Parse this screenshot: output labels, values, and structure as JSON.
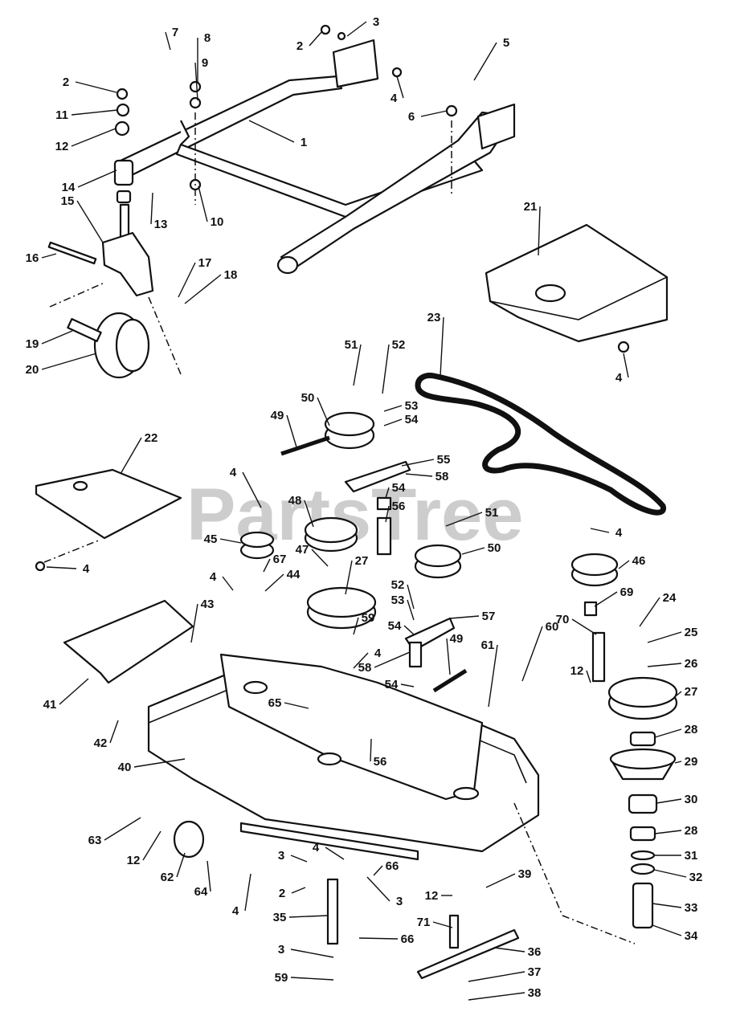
{
  "watermark": "PartsTree",
  "callouts": [
    "7",
    "8",
    "3",
    "2",
    "5",
    "9",
    "2",
    "4",
    "11",
    "6",
    "1",
    "12",
    "14",
    "13",
    "10",
    "15",
    "21",
    "16",
    "17",
    "18",
    "19",
    "20",
    "23",
    "4",
    "51",
    "52",
    "50",
    "53",
    "54",
    "49",
    "55",
    "22",
    "58",
    "48",
    "54",
    "56",
    "51",
    "4",
    "4",
    "45",
    "50",
    "46",
    "4",
    "67",
    "47",
    "27",
    "4",
    "44",
    "43",
    "52",
    "69",
    "24",
    "53",
    "57",
    "59",
    "54",
    "25",
    "4",
    "60",
    "61",
    "70",
    "49",
    "58",
    "26",
    "12",
    "54",
    "27",
    "65",
    "41",
    "42",
    "28",
    "56",
    "40",
    "29",
    "30",
    "28",
    "63",
    "12",
    "31",
    "4",
    "3",
    "66",
    "32",
    "39",
    "2",
    "12",
    "3",
    "62",
    "64",
    "4",
    "33",
    "35",
    "71",
    "34",
    "66",
    "36",
    "3",
    "37",
    "59",
    "38"
  ]
}
